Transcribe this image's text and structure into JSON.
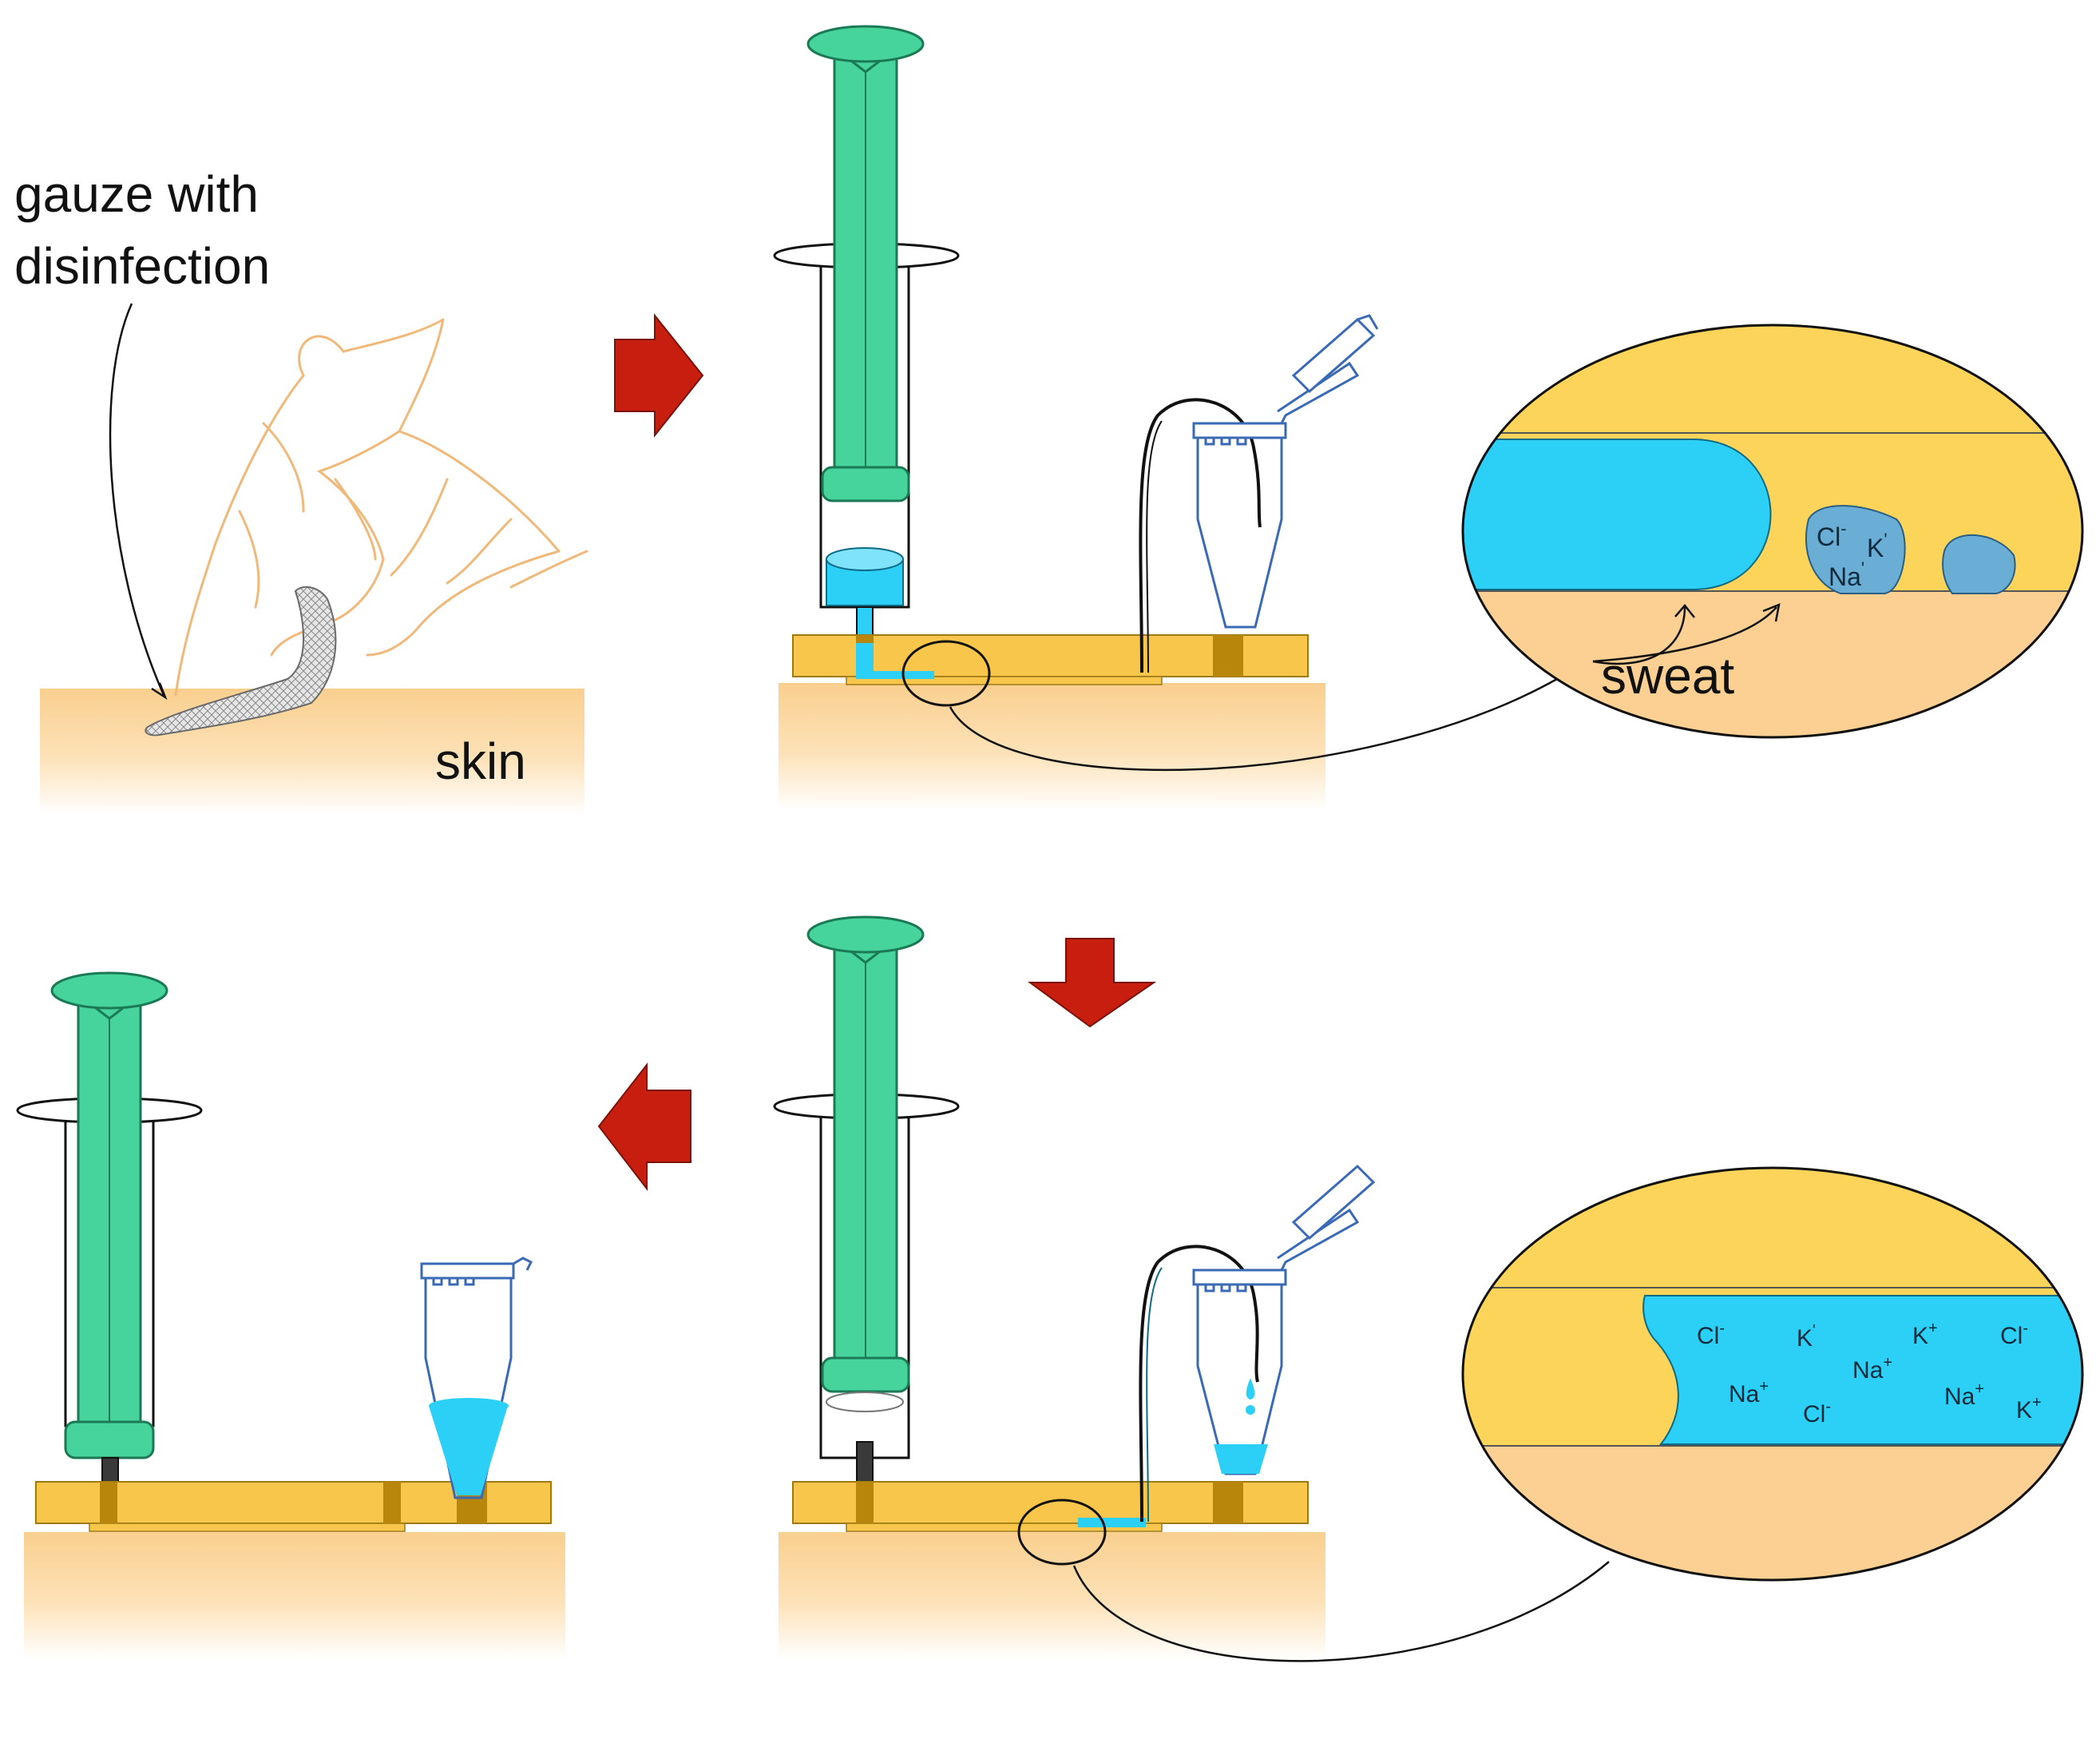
{
  "labels": {
    "gauze_line1": "gauze with",
    "gauze_line2": "disinfection",
    "skin": "skin",
    "sweat": "sweat"
  },
  "zoom_top_ions": {
    "cl": "Cl",
    "cl_charge": "-",
    "k": "K",
    "k_charge": "'",
    "na": "Na",
    "na_charge": "'"
  },
  "zoom_bottom_ions": [
    {
      "id": "ion1",
      "sym": "Cl",
      "charge": "-"
    },
    {
      "id": "ion2",
      "sym": "K",
      "charge": "'"
    },
    {
      "id": "ion3",
      "sym": "K",
      "charge": "+"
    },
    {
      "id": "ion4",
      "sym": "Cl",
      "charge": "-"
    },
    {
      "id": "ion5",
      "sym": "Na",
      "charge": "+"
    },
    {
      "id": "ion6",
      "sym": "Na",
      "charge": "+"
    },
    {
      "id": "ion7",
      "sym": "Na",
      "charge": "+"
    },
    {
      "id": "ion8",
      "sym": "Cl",
      "charge": "-"
    },
    {
      "id": "ion9",
      "sym": "K",
      "charge": "+"
    }
  ],
  "colors": {
    "skin": "#fbd59b",
    "device": "#f7c64a",
    "device_dark": "#b8860b",
    "plunger": "#46d39c",
    "liquid": "#2ccff5",
    "sweat_drop": "#6aaed6",
    "arrow": "#c81e10",
    "hand": "#f0b97a",
    "zoom_yellow": "#fcd45a",
    "zoom_skin": "#fccf92"
  }
}
